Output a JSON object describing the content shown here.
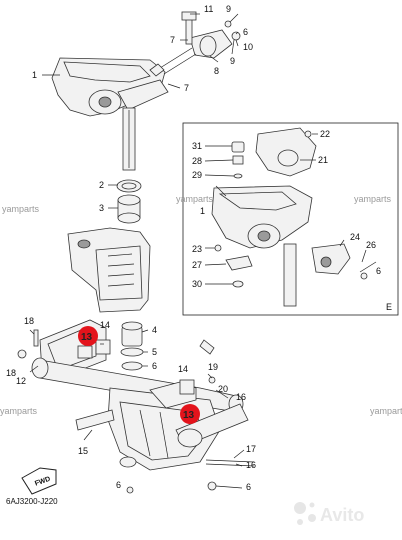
{
  "watermarks": [
    "yamparts",
    "yamparts",
    "yamparts"
  ],
  "avito_mark": "Avito",
  "diagram_code": "6AJ3200-J220",
  "fwd_label": "FWD",
  "inset_label": "E",
  "highlight": {
    "label": "13",
    "color": "#e3131b"
  },
  "callouts": {
    "n1": "1",
    "n2": "2",
    "n3": "3",
    "n4": "4",
    "n5": "5",
    "n6": "6",
    "n7": "7",
    "n8": "8",
    "n9": "9",
    "n10": "10",
    "n11": "11",
    "n12": "12",
    "n14a": "14",
    "n14b": "14",
    "n15": "15",
    "n16": "16",
    "n17": "17",
    "n18": "18",
    "n19": "19",
    "n20": "20",
    "i1": "1",
    "i21": "21",
    "i22": "22",
    "i23": "23",
    "i24": "24",
    "i26": "26",
    "i27": "27",
    "i28": "28",
    "i29": "29",
    "i30": "30",
    "i31": "31"
  }
}
